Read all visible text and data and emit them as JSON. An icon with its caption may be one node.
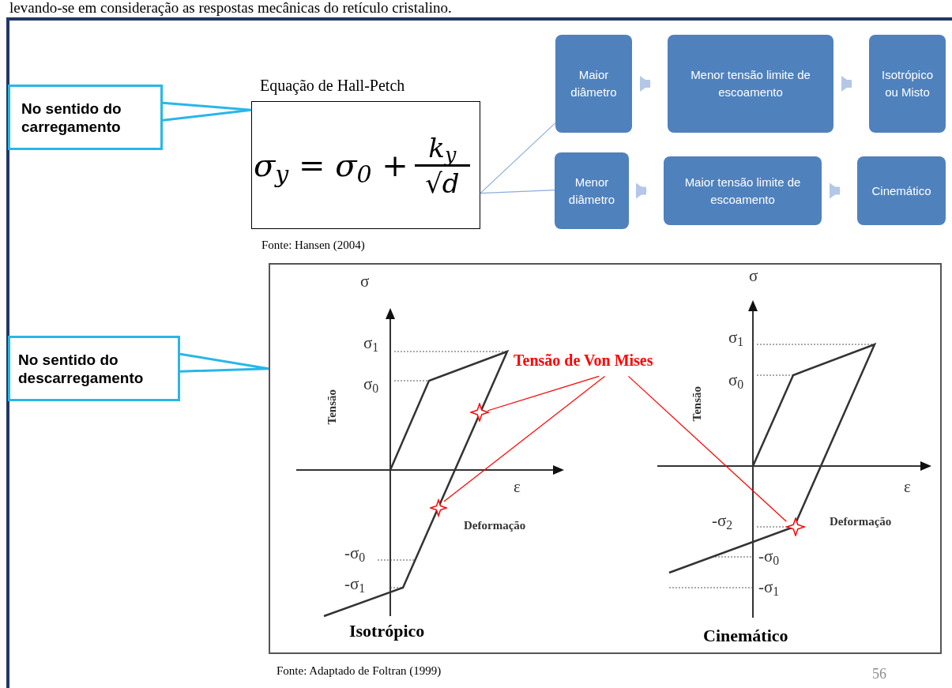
{
  "diagram": {
    "nodes": [
      {
        "text": [
          "No sentido do carregamento"
        ]
      },
      {
        "text": [
          "Equação de Hall-Petch",
          "σ$_{y}$ = σ$_{0}$ +",
          "k$_{y}$",
          "√d"
        ],
        "beside": [
          "Fonte: Hansen (2004)"
        ]
      },
      {
        "text": [
          "Maior diâmetro"
        ]
      },
      {
        "text": [
          "Menor tensão limite de escoamento"
        ]
      },
      {
        "text": [
          "Isotrópico ou Misto"
        ]
      },
      {
        "text": [
          "Menor diâmetro"
        ]
      },
      {
        "text": [
          "Maior tensão limite de escoamento"
        ]
      },
      {
        "text": [
          "Cinemático"
        ]
      },
      {
        "text": [
          "No sentido do descarregamento"
        ]
      },
      {
        "text": [],
        "shape": "picture",
        "beside": [
          "Fonte: Adaptado de Foltran (1999)"
        ]
      },
      {
        "text": [
          "Tensão de Von Mises"
        ],
        "in": 9
      },
      {
        "text": [],
        "shape": "star",
        "in": 9
      },
      {
        "text": [],
        "shape": "star",
        "in": 9
      },
      {
        "text": [],
        "shape": "star",
        "in": 9
      }
    ],
    "edges": [
      {
        "from": 0,
        "to": 1,
        "arrow": "none",
        "color": "#29b6e8"
      },
      {
        "from": 1,
        "to": 2,
        "arrow": "none"
      },
      {
        "from": 1,
        "to": 5,
        "arrow": "none"
      },
      {
        "from": 2,
        "to": 3,
        "arrow": "to",
        "style": "thick",
        "color": "#b4c7e7"
      },
      {
        "from": 3,
        "to": 4,
        "arrow": "to",
        "style": "thick",
        "color": "#b4c7e7"
      },
      {
        "from": 5,
        "to": 6,
        "arrow": "to",
        "style": "thick",
        "color": "#b4c7e7"
      },
      {
        "from": 6,
        "to": 7,
        "arrow": "to",
        "style": "thick",
        "color": "#b4c7e7"
      },
      {
        "from": 8,
        "to": 9,
        "arrow": "none",
        "color": "#29b6e8"
      },
      {
        "from": 10,
        "to": 11,
        "arrow": "none",
        "color": "#ff0000"
      },
      {
        "from": 10,
        "to": 12,
        "arrow": "none",
        "color": "#ff0000"
      },
      {
        "from": 10,
        "to": 13,
        "arrow": "none",
        "color": "#ff0000"
      }
    ],
    "labels": [
      "levando-se em consideração as respostas mecânicas do retículo cristalino.",
      "σ",
      "σ$_{1}$",
      "σ$_{0}$",
      "Tensão",
      "ε",
      "Deformação",
      "-σ$_{0}$",
      "-σ$_{1}$",
      "Isotrópico",
      "σ",
      "σ$_{1}$",
      "σ$_{0}$",
      "Tensão",
      "ε",
      "-σ$_{2}$",
      "Deformação",
      "-σ$_{0}$",
      "-σ$_{1}$",
      "Cinemático",
      "56"
    ]
  }
}
